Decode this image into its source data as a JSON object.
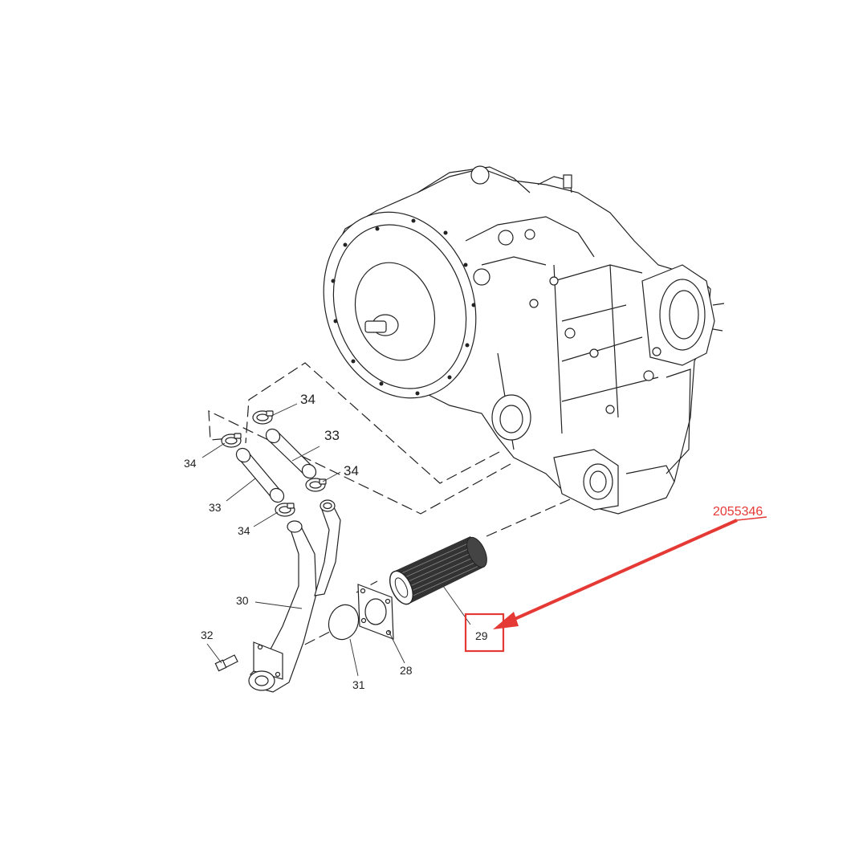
{
  "diagram": {
    "part_number": "2055346",
    "highlight_color": "#e53935",
    "callouts": {
      "c28": "28",
      "c29": "29",
      "c30": "30",
      "c31": "31",
      "c32": "32",
      "c33a": "33",
      "c33b": "33",
      "c34a": "34",
      "c34b": "34",
      "c34c": "34",
      "c34d": "34"
    }
  }
}
